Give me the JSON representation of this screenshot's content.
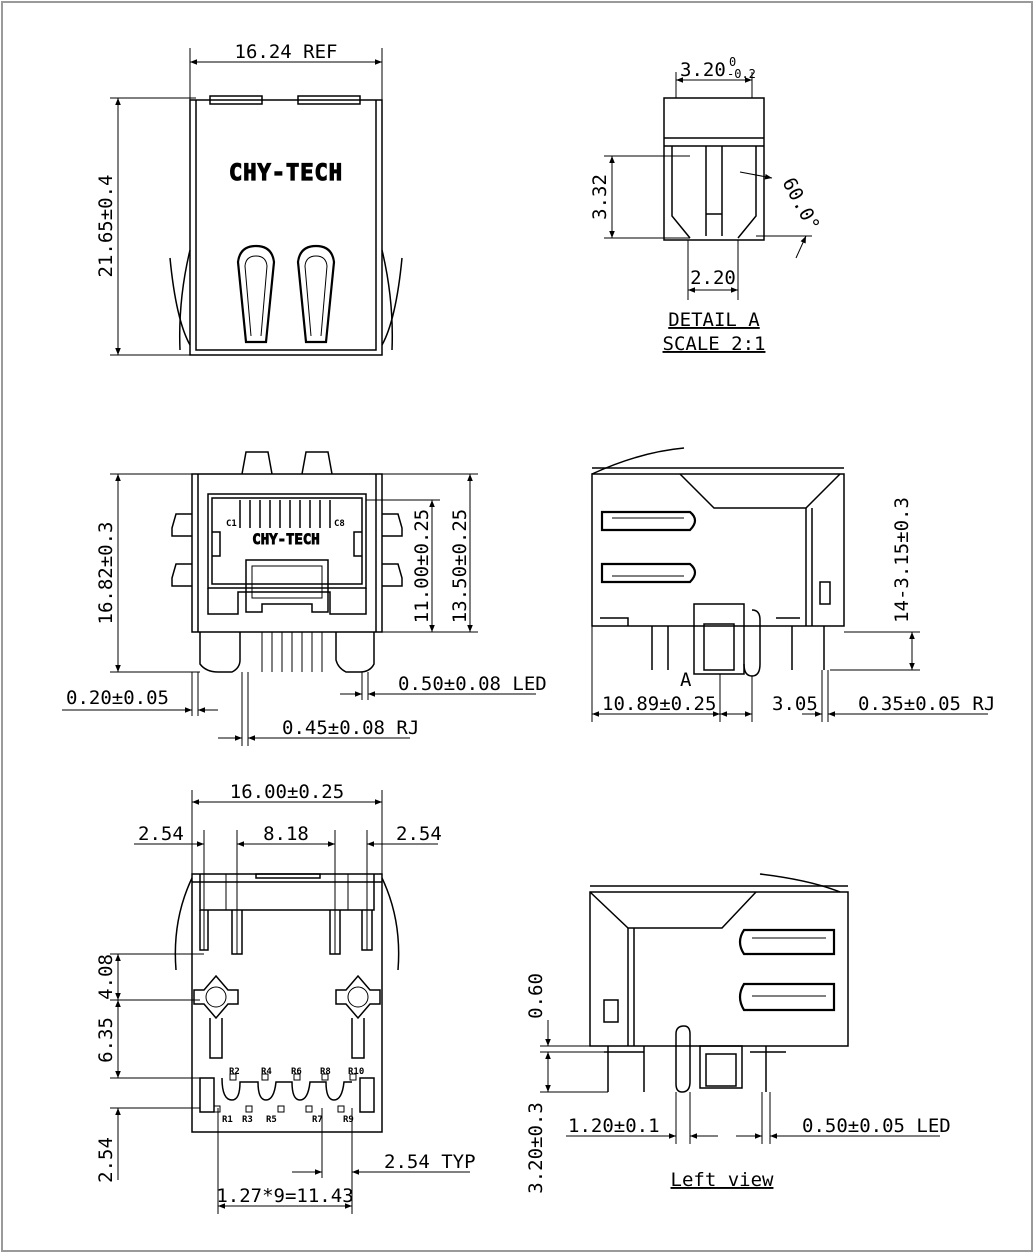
{
  "brand": "CHY-TECH",
  "top_view": {
    "width": "16.24 REF",
    "height": "21.65±0.4"
  },
  "detail_a": {
    "top_width": "3.20",
    "tol_upper": "0",
    "tol_lower": "-0.2",
    "height": "3.32",
    "angle": "60.0°",
    "bottom_width": "2.20",
    "caption": "DETAIL A",
    "scale": "SCALE 2:1"
  },
  "front_view": {
    "height": "16.82±0.3",
    "inner_height": "11.00±0.25",
    "overall_height": "13.50±0.25",
    "shield_thickness": "0.20±0.05",
    "led_pin": "0.50±0.08 LED",
    "rj_pin": "0.45±0.08 RJ",
    "contact_left": "C1",
    "contact_right": "C8"
  },
  "side_view": {
    "detail_marker": "A",
    "length": "10.89±0.25",
    "offset": "3.05",
    "rj_pin": "0.35±0.05 RJ",
    "pin_length": "14-3.15±0.3"
  },
  "bottom_view": {
    "width": "16.00±0.25",
    "left_gap": "2.54",
    "center": "8.18",
    "right_gap": "2.54",
    "d408": "4.08",
    "d635": "6.35",
    "d254": "2.54",
    "typ": "2.54 TYP",
    "pitch": "1.27*9=11.43",
    "pins_top": [
      "R2",
      "R4",
      "R6",
      "R8",
      "R10"
    ],
    "pins_bottom": [
      "R1",
      "R3",
      "R5",
      "R7",
      "R9"
    ]
  },
  "left_view": {
    "d060": "0.60",
    "d320": "3.20±0.3",
    "d120": "1.20±0.1",
    "led": "0.50±0.05 LED",
    "caption": "Left view"
  }
}
